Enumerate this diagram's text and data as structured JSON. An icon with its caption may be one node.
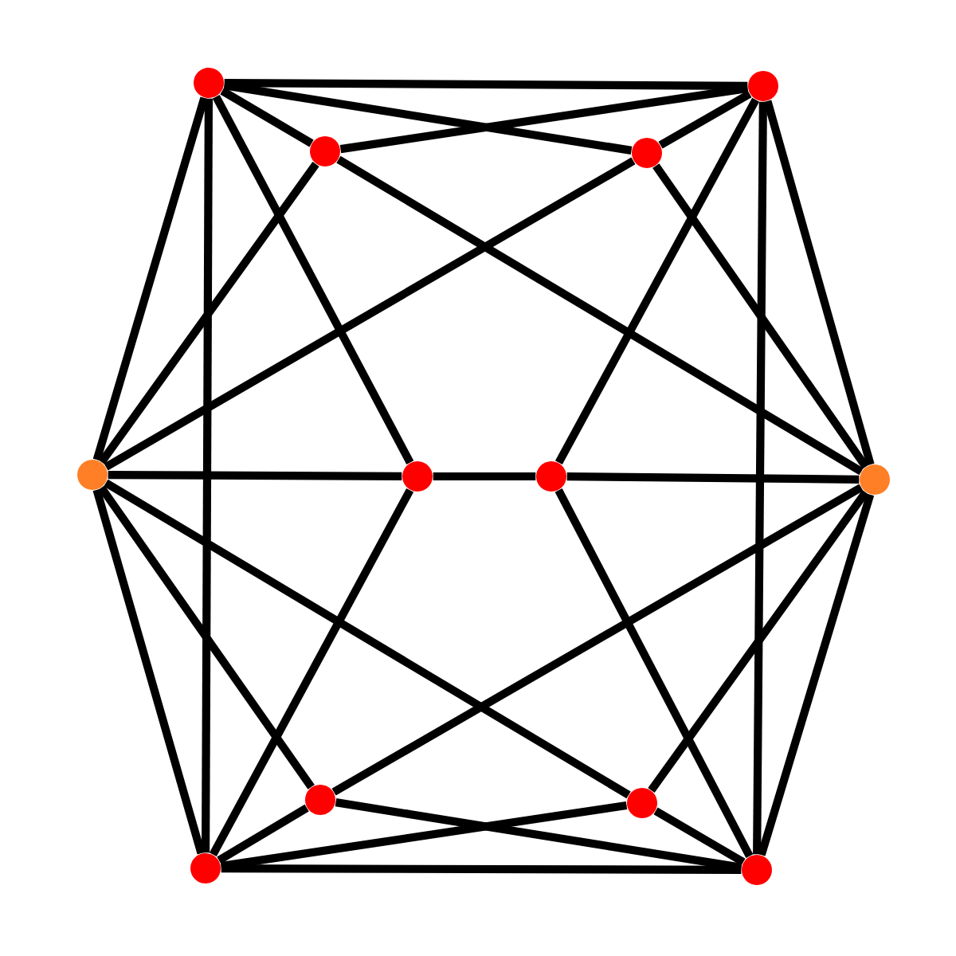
{
  "diagram": {
    "nodes": [
      {
        "text": [],
        "shape": "circle"
      },
      {
        "text": [],
        "shape": "circle"
      },
      {
        "text": [],
        "shape": "circle"
      },
      {
        "text": [],
        "shape": "circle"
      },
      {
        "text": [],
        "shape": "circle"
      },
      {
        "text": [],
        "shape": "circle"
      },
      {
        "text": [],
        "shape": "circle"
      },
      {
        "text": [],
        "shape": "circle"
      },
      {
        "text": [],
        "shape": "circle"
      },
      {
        "text": [],
        "shape": "circle"
      },
      {
        "text": [],
        "shape": "circle"
      },
      {
        "text": [],
        "shape": "circle"
      }
    ],
    "edges": [
      {
        "from": 0,
        "to": 1,
        "arrow": "none"
      },
      {
        "from": 0,
        "to": 2,
        "arrow": "none"
      },
      {
        "from": 0,
        "to": 3,
        "arrow": "none"
      },
      {
        "from": 0,
        "to": 4,
        "arrow": "none"
      },
      {
        "from": 0,
        "to": 5,
        "arrow": "none"
      },
      {
        "from": 0,
        "to": 10,
        "arrow": "none"
      },
      {
        "from": 1,
        "to": 2,
        "arrow": "none"
      },
      {
        "from": 1,
        "to": 3,
        "arrow": "none"
      },
      {
        "from": 1,
        "to": 6,
        "arrow": "none"
      },
      {
        "from": 1,
        "to": 7,
        "arrow": "none"
      },
      {
        "from": 1,
        "to": 11,
        "arrow": "none"
      },
      {
        "from": 2,
        "to": 4,
        "arrow": "none"
      },
      {
        "from": 2,
        "to": 7,
        "arrow": "none"
      },
      {
        "from": 3,
        "to": 4,
        "arrow": "none"
      },
      {
        "from": 3,
        "to": 7,
        "arrow": "none"
      },
      {
        "from": 4,
        "to": 5,
        "arrow": "none"
      },
      {
        "from": 4,
        "to": 8,
        "arrow": "none"
      },
      {
        "from": 4,
        "to": 9,
        "arrow": "none"
      },
      {
        "from": 4,
        "to": 10,
        "arrow": "none"
      },
      {
        "from": 5,
        "to": 6,
        "arrow": "none"
      },
      {
        "from": 5,
        "to": 10,
        "arrow": "none"
      },
      {
        "from": 6,
        "to": 7,
        "arrow": "none"
      },
      {
        "from": 6,
        "to": 11,
        "arrow": "none"
      },
      {
        "from": 7,
        "to": 8,
        "arrow": "none"
      },
      {
        "from": 7,
        "to": 9,
        "arrow": "none"
      },
      {
        "from": 7,
        "to": 11,
        "arrow": "none"
      },
      {
        "from": 8,
        "to": 10,
        "arrow": "none"
      },
      {
        "from": 8,
        "to": 11,
        "arrow": "none"
      },
      {
        "from": 9,
        "to": 10,
        "arrow": "none"
      },
      {
        "from": 9,
        "to": 11,
        "arrow": "none"
      },
      {
        "from": 10,
        "to": 11,
        "arrow": "none"
      }
    ]
  }
}
